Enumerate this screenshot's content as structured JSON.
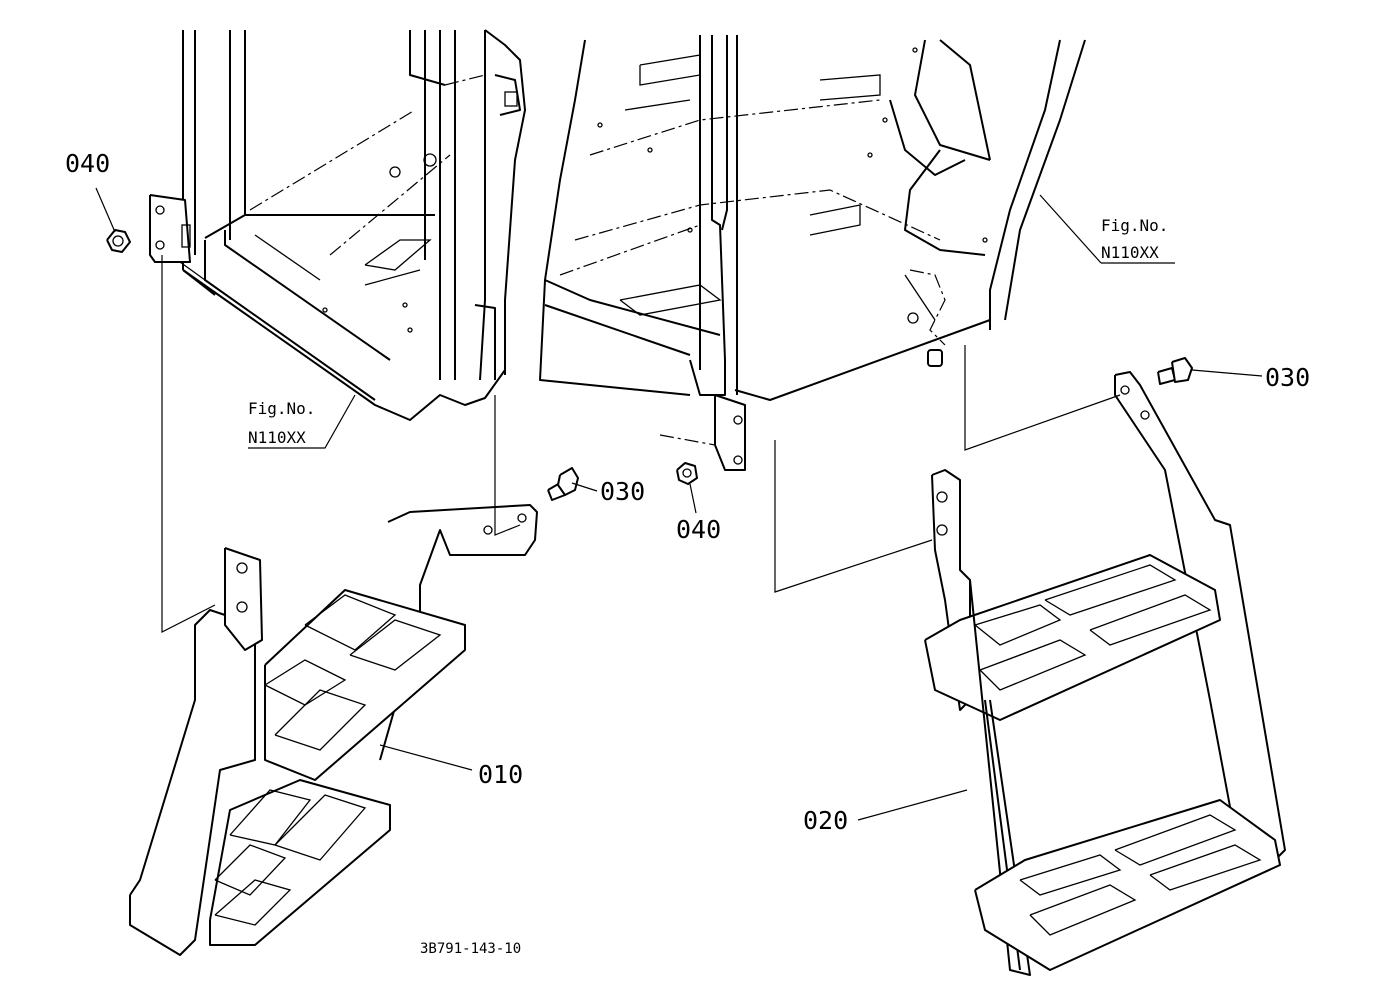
{
  "callouts": {
    "p010": "010",
    "p020": "020",
    "p030_left": "030",
    "p030_right": "030",
    "p040_left": "040",
    "p040_right": "040"
  },
  "figure_refs": {
    "left": {
      "label": "Fig.No.",
      "number": "N110XX"
    },
    "right": {
      "label": "Fig.No.",
      "number": "N110XX"
    }
  },
  "drawing_code": "3B791-143-10",
  "colors": {
    "line": "#000000",
    "background": "#ffffff"
  }
}
